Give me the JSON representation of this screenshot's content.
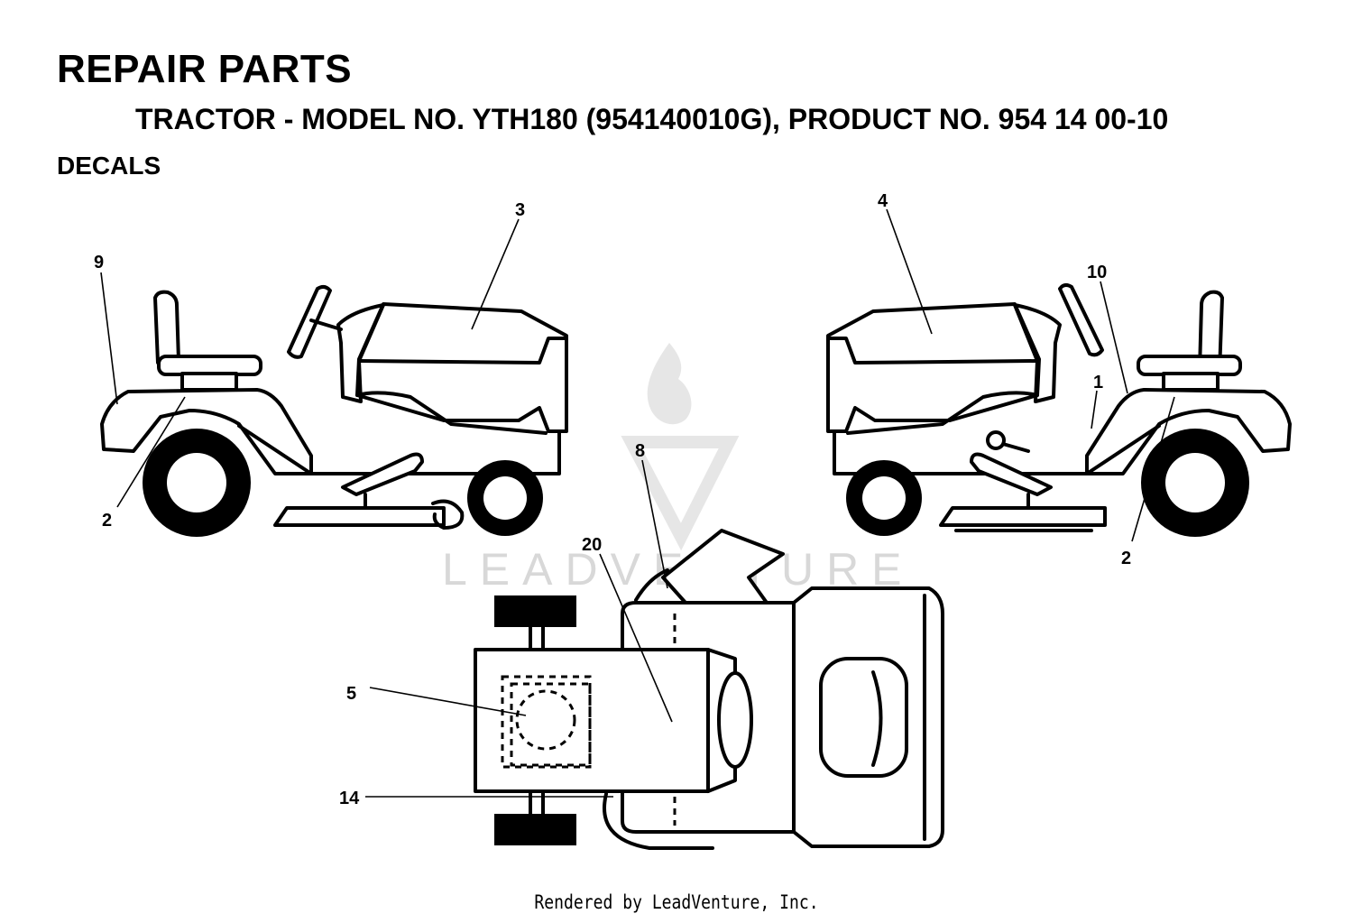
{
  "header": {
    "title": "REPAIR PARTS",
    "subtitle": "TRACTOR - MODEL NO. YTH180 (954140010G), PRODUCT NO. 954 14 00-10",
    "section": "DECALS"
  },
  "callouts": {
    "c9": "9",
    "c3": "3",
    "c2_left": "2",
    "c4": "4",
    "c10": "10",
    "c1": "1",
    "c2_right": "2",
    "c8": "8",
    "c20": "20",
    "c5": "5",
    "c14": "14"
  },
  "watermark": {
    "text": "LEADVENTURE",
    "color": "#d8d8d8"
  },
  "footer": {
    "text": "Rendered by LeadVenture, Inc."
  }
}
